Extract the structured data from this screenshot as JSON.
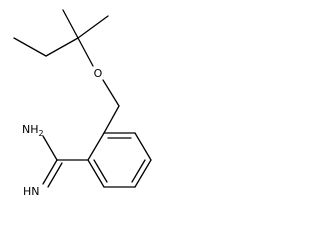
{
  "molecule": {
    "atom_labels": {
      "oxygen": "O",
      "amine": "NH",
      "amine_subscript": "2",
      "imine": "HN"
    },
    "colors": {
      "bond": "#000000",
      "label": "#000000",
      "background": "#ffffff"
    }
  }
}
